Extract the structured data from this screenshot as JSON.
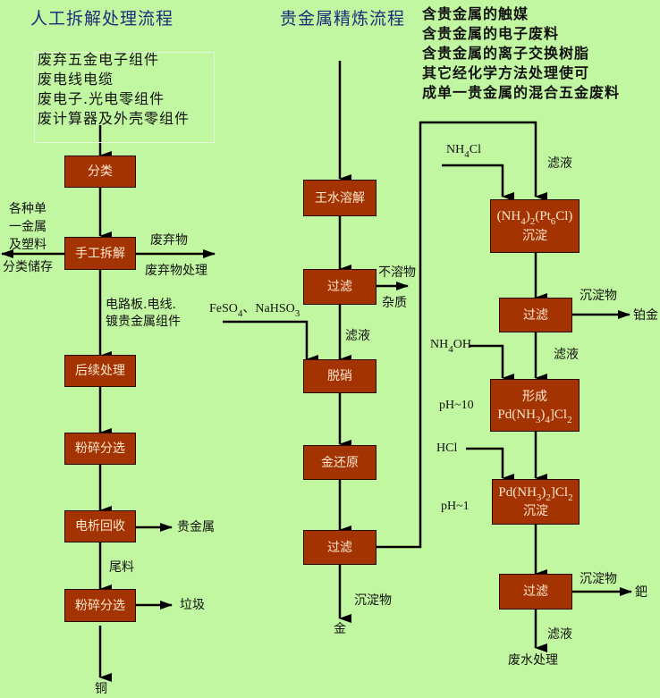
{
  "titles": {
    "manual": "人工拆解处理流程",
    "refining": "贵金属精炼流程"
  },
  "intro_inputs": [
    "废弃五金电子组件",
    "废电线电缆",
    "废电子.光电零组件",
    "废计算器及外壳零组件"
  ],
  "refining_sources": [
    "含贵金属的触媒",
    "含贵金属的电子废料",
    "含贵金属的离子交换树脂",
    "其它经化学方法处理使可",
    "成单一贵金属的混合五金废料"
  ],
  "left_flow": {
    "boxes": [
      "分类",
      "手工拆解",
      "后续处理",
      "粉碎分选",
      "电析回收",
      "粉碎分选"
    ],
    "labels": {
      "single_metal": [
        "各种单",
        "一金属",
        "及塑料"
      ],
      "sort_storage": "分类储存",
      "waste": "废弃物",
      "waste_treatment": "废弃物处理",
      "circuit": [
        "电路板.电线.",
        "镀贵金属组件"
      ],
      "precious_metal": "贵金属",
      "tailings": "尾料",
      "garbage": "垃圾",
      "copper": "铜"
    }
  },
  "middle_flow": {
    "boxes": [
      "王水溶解",
      "过滤",
      "脱硝",
      "金还原",
      "过滤"
    ],
    "labels": {
      "insoluble": "不溶物",
      "impurity": "杂质",
      "filtrate": "滤液",
      "reagent_main": "FeSO",
      "reagent_sub1": "4",
      "reagent_mid": "、NaHSO",
      "reagent_sub2": "3",
      "precipitate": "沉淀物",
      "gold": "金"
    }
  },
  "right_flow": {
    "box_pt": {
      "formula_a": "(NH",
      "sub_a": "4",
      "formula_b": ")",
      "sub_b": "2",
      "formula_c": "(Pt",
      "sub_c": "6",
      "formula_d": "Cl)",
      "text": "沉淀"
    },
    "box_filter1": "过滤",
    "box_pd_form": {
      "text": "形成",
      "formula_a": "Pd(NH",
      "sub_a": "3",
      "formula_b": ")",
      "sub_b": "4",
      "formula_c": "]Cl",
      "sub_c": "2"
    },
    "box_pd_ppt": {
      "formula_a": "Pd(NH",
      "sub_a": "3",
      "formula_b": ")",
      "sub_b": "2",
      "formula_c": "]Cl",
      "sub_c": "2",
      "text": "沉淀"
    },
    "box_filter2": "过滤",
    "labels": {
      "nh4cl_a": "NH",
      "nh4cl_sub": "4",
      "nh4cl_b": "Cl",
      "filtrate_top": "滤液",
      "precipitate1": "沉淀物",
      "platinum": "铂金",
      "nh4oh_a": "NH",
      "nh4oh_sub": "4",
      "nh4oh_b": "OH",
      "filtrate_mid": "滤液",
      "ph10": "pH~10",
      "hcl": "HCl",
      "ph1": "pH~1",
      "precipitate2": "沉淀物",
      "palladium": "鈀",
      "filtrate_bottom": "滤液",
      "wastewater": "废水处理"
    }
  }
}
